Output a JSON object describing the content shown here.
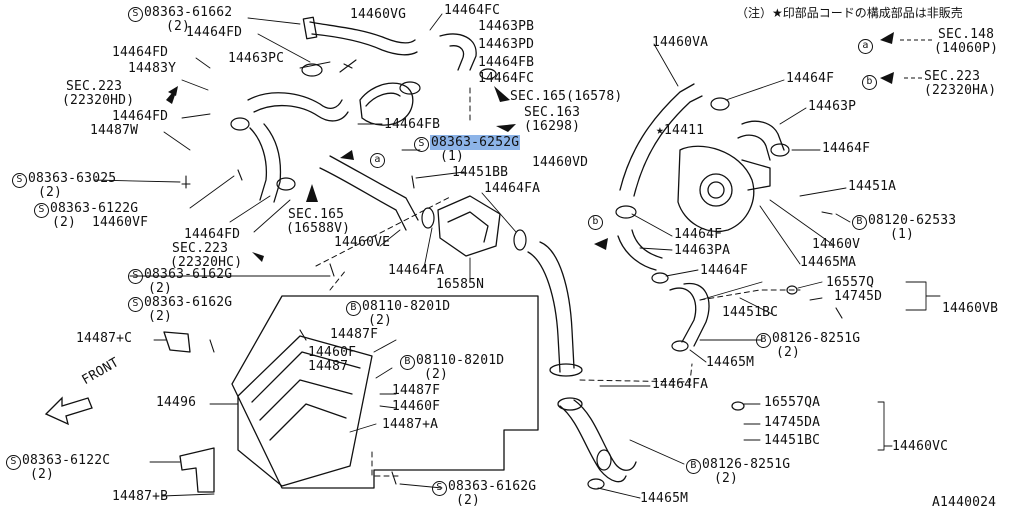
{
  "note": "（注）★印部品コードの構成部品は非販売",
  "diagram_id": "A1440024",
  "front_label": "FRONT",
  "highlighted_part": "08363-6252G",
  "refs": {
    "sec148": "SEC.148",
    "sec148_sub": "(14060P)",
    "sec223a": "SEC.223",
    "sec223a_sub": "(22320HA)",
    "sec223b": "SEC.223",
    "sec223b_sub": "(22320HD)",
    "sec165a": "SEC.165(16578)",
    "sec163": "SEC.163",
    "sec163_sub": "(16298)",
    "sec165b": "SEC.165",
    "sec165b_sub": "(16588V)",
    "sec223c": "SEC.223",
    "sec223c_sub": "(22320HC)"
  },
  "symbols": {
    "S": "S",
    "B": "B",
    "a": "a",
    "b": "b",
    "star": "★"
  },
  "parts": {
    "p1": "08363-61662",
    "q1": "(2)",
    "p2": "14460VG",
    "p3": "14464FC",
    "p4": "14463PB",
    "p5": "14463PD",
    "p6": "14464FB",
    "p7": "14464FC",
    "p8": "14464FD",
    "p9": "14464FD",
    "p10": "14483Y",
    "p11": "14463PC",
    "p12": "14464FD",
    "p13": "14487W",
    "p14": "14464FB",
    "p15": "08363-6252G",
    "q15": "(1)",
    "p16": "14451BB",
    "p17": "08363-63025",
    "q17": "(2)",
    "p18": "08363-6122G",
    "q18": "(2)",
    "p19": "14460VF",
    "p20": "14464FD",
    "p21": "14460VE",
    "p22": "14460VD",
    "p23": "14464FA",
    "p24": "14464FA",
    "p25": "16585N",
    "p26": "08363-6162G",
    "q26": "(2)",
    "p27": "08363-6162G",
    "q27": "(2)",
    "p28": "08110-8201D",
    "q28": "(2)",
    "p29": "14487F",
    "p30": "14487+C",
    "p31": "14460F",
    "p32": "14487",
    "p33": "08110-8201D",
    "q33": "(2)",
    "p34": "14487F",
    "p35": "14460F",
    "p36": "14496",
    "p37": "14487+A",
    "p38": "08363-6122C",
    "q38": "(2)",
    "p39": "14487+B",
    "p40": "08363-6162G",
    "q40": "(2)",
    "p41": "14460VA",
    "p42": "14464F",
    "p43": "14463P",
    "p44": "14411",
    "p45": "14464F",
    "p46": "14451A",
    "p47": "08120-62533",
    "q47": "(1)",
    "p48": "14460V",
    "p49": "14464F",
    "p50": "14463PA",
    "p51": "14465MA",
    "p52": "14464F",
    "p53": "16557Q",
    "p54": "14745D",
    "p55": "14460VB",
    "p56": "14451BC",
    "p57": "08126-8251G",
    "q57": "(2)",
    "p58": "14465M",
    "p59": "14464FA",
    "p60": "16557QA",
    "p61": "14745DA",
    "p62": "14451BC",
    "p63": "14460VC",
    "p64": "08126-8251G",
    "q64": "(2)",
    "p65": "14465M"
  }
}
